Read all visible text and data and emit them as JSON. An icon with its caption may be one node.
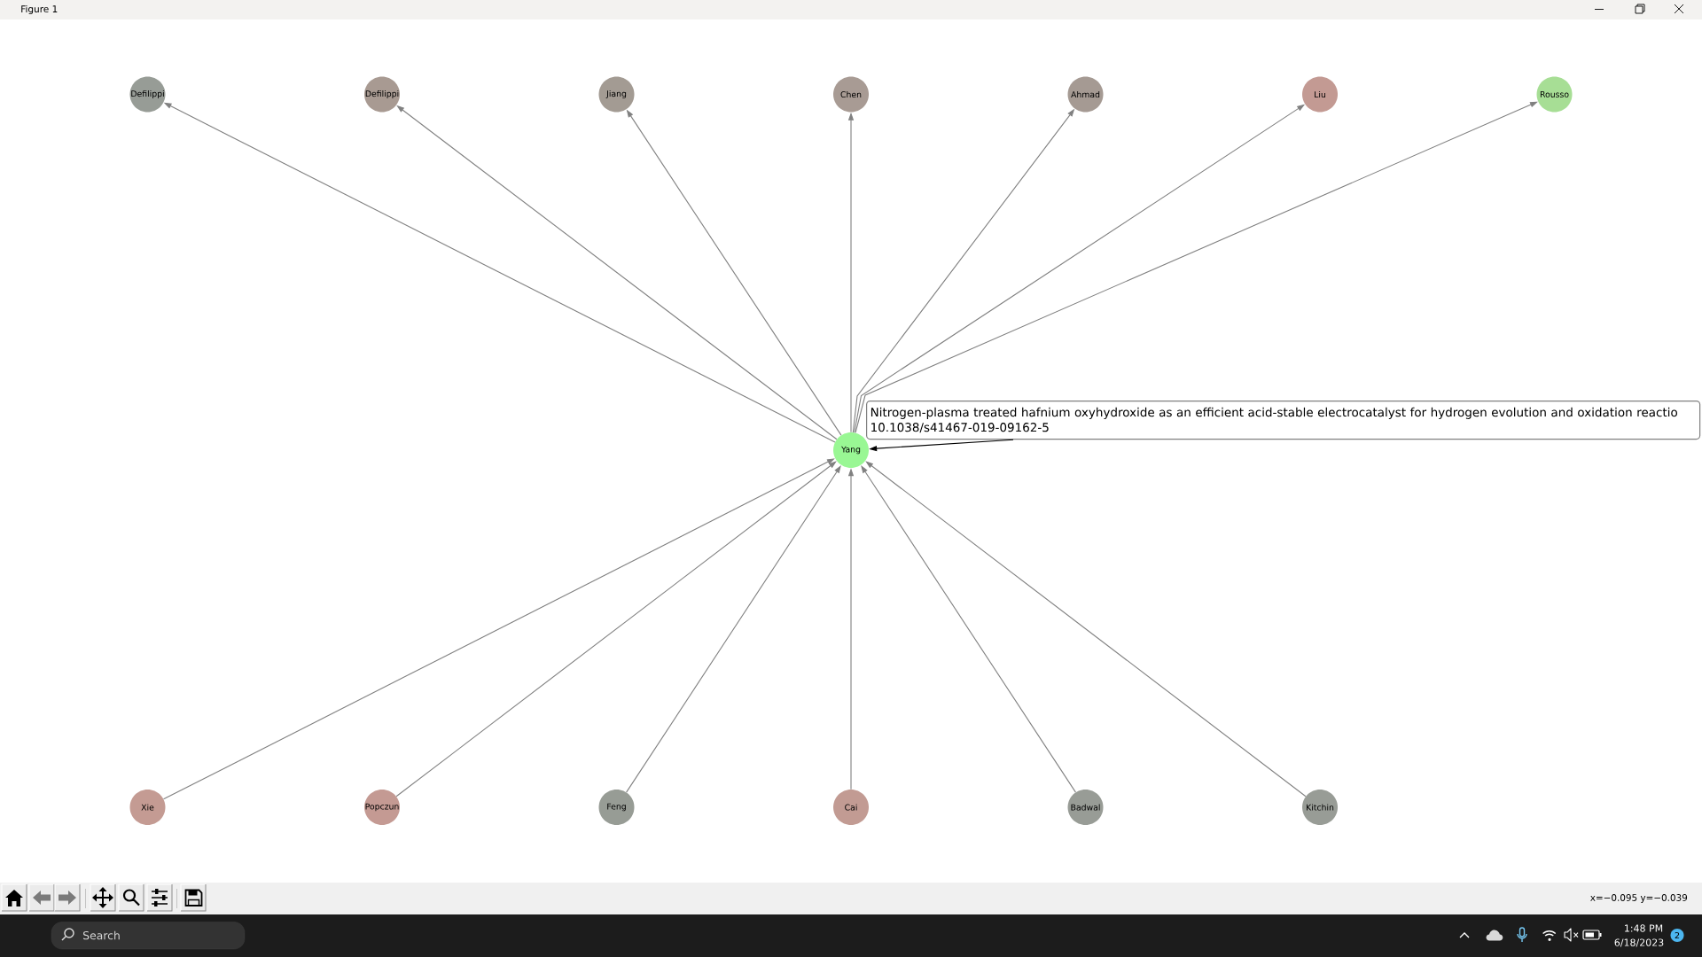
{
  "diagram": {
    "nodes": [
      {
        "text": [
          "Defilippi"
        ]
      },
      {
        "text": [
          "Defilippi"
        ]
      },
      {
        "text": [
          "Jiang"
        ]
      },
      {
        "text": [
          "Chen"
        ]
      },
      {
        "text": [
          "Ahmad"
        ]
      },
      {
        "text": [
          "Liu"
        ]
      },
      {
        "text": [
          "Rousso"
        ]
      },
      {
        "text": [
          "Yang"
        ]
      },
      {
        "text": [
          "Nitrogen-plasma treated hafnium oxyhydroxide as an efficient acid-stable electrocatalyst for hydrogen evolution and oxidation reactio",
          "10.1038/s41467-019-09162-5"
        ]
      },
      {
        "text": [
          "Xie"
        ]
      },
      {
        "text": [
          "Popczun"
        ]
      },
      {
        "text": [
          "Feng"
        ]
      },
      {
        "text": [
          "Cai"
        ]
      },
      {
        "text": [
          "Badwal"
        ]
      },
      {
        "text": [
          "Kitchin"
        ]
      }
    ],
    "edges": [
      {
        "from": 7,
        "to": 0,
        "arrow": "to"
      },
      {
        "from": 7,
        "to": 1,
        "arrow": "to"
      },
      {
        "from": 7,
        "to": 2,
        "arrow": "to"
      },
      {
        "from": 7,
        "to": 3,
        "arrow": "to"
      },
      {
        "from": 7,
        "to": 4,
        "arrow": "to"
      },
      {
        "from": 7,
        "to": 5,
        "arrow": "to"
      },
      {
        "from": 7,
        "to": 6,
        "arrow": "to"
      },
      {
        "from": 9,
        "to": 7,
        "arrow": "to"
      },
      {
        "from": 10,
        "to": 7,
        "arrow": "to"
      },
      {
        "from": 11,
        "to": 7,
        "arrow": "to"
      },
      {
        "from": 12,
        "to": 7,
        "arrow": "to"
      },
      {
        "from": 13,
        "to": 7,
        "arrow": "to"
      },
      {
        "from": 14,
        "to": 7,
        "arrow": "to"
      },
      {
        "from": 8,
        "to": 7,
        "arrow": "to",
        "color": "#000000"
      }
    ],
    "labels": [
      "Figure 1",
      "x=−0.095 y=−0.039",
      "Search",
      "1:48 PM",
      "6/18/2023",
      "2"
    ]
  }
}
